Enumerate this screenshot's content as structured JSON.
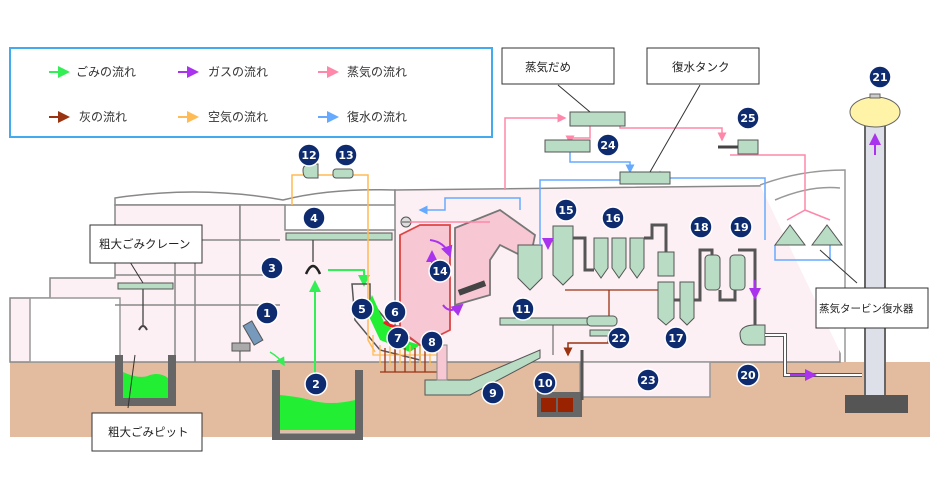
{
  "legend": {
    "items": [
      {
        "label": "ごみの流れ",
        "color": "#33ee55"
      },
      {
        "label": "ガスの流れ",
        "color": "#aa33ee"
      },
      {
        "label": "蒸気の流れ",
        "color": "#ff88aa"
      },
      {
        "label": "灰の流れ",
        "color": "#993311"
      },
      {
        "label": "空気の流れ",
        "color": "#ffbb55"
      },
      {
        "label": "復水の流れ",
        "color": "#66aaff"
      }
    ]
  },
  "callouts": {
    "steam_header": "蒸気だめ",
    "condensate_tank": "復水タンク",
    "bulky_crane": "粗大ごみクレーン",
    "bulky_pit": "粗大ごみピット",
    "turbine_condenser": "蒸気タービン復水器"
  },
  "numbers": [
    "1",
    "2",
    "3",
    "4",
    "5",
    "6",
    "7",
    "8",
    "9",
    "10",
    "11",
    "12",
    "13",
    "14",
    "15",
    "16",
    "17",
    "18",
    "19",
    "20",
    "21",
    "22",
    "23",
    "24",
    "25"
  ],
  "colors": {
    "badge": "#0d2b6e",
    "building_fill": "#fdf0f4",
    "ground": "#e3bca0",
    "equipment": "#b8dcc4",
    "furnace": "#f7c8d4",
    "pit_wall": "#666666",
    "garbage": "#22ee33"
  }
}
